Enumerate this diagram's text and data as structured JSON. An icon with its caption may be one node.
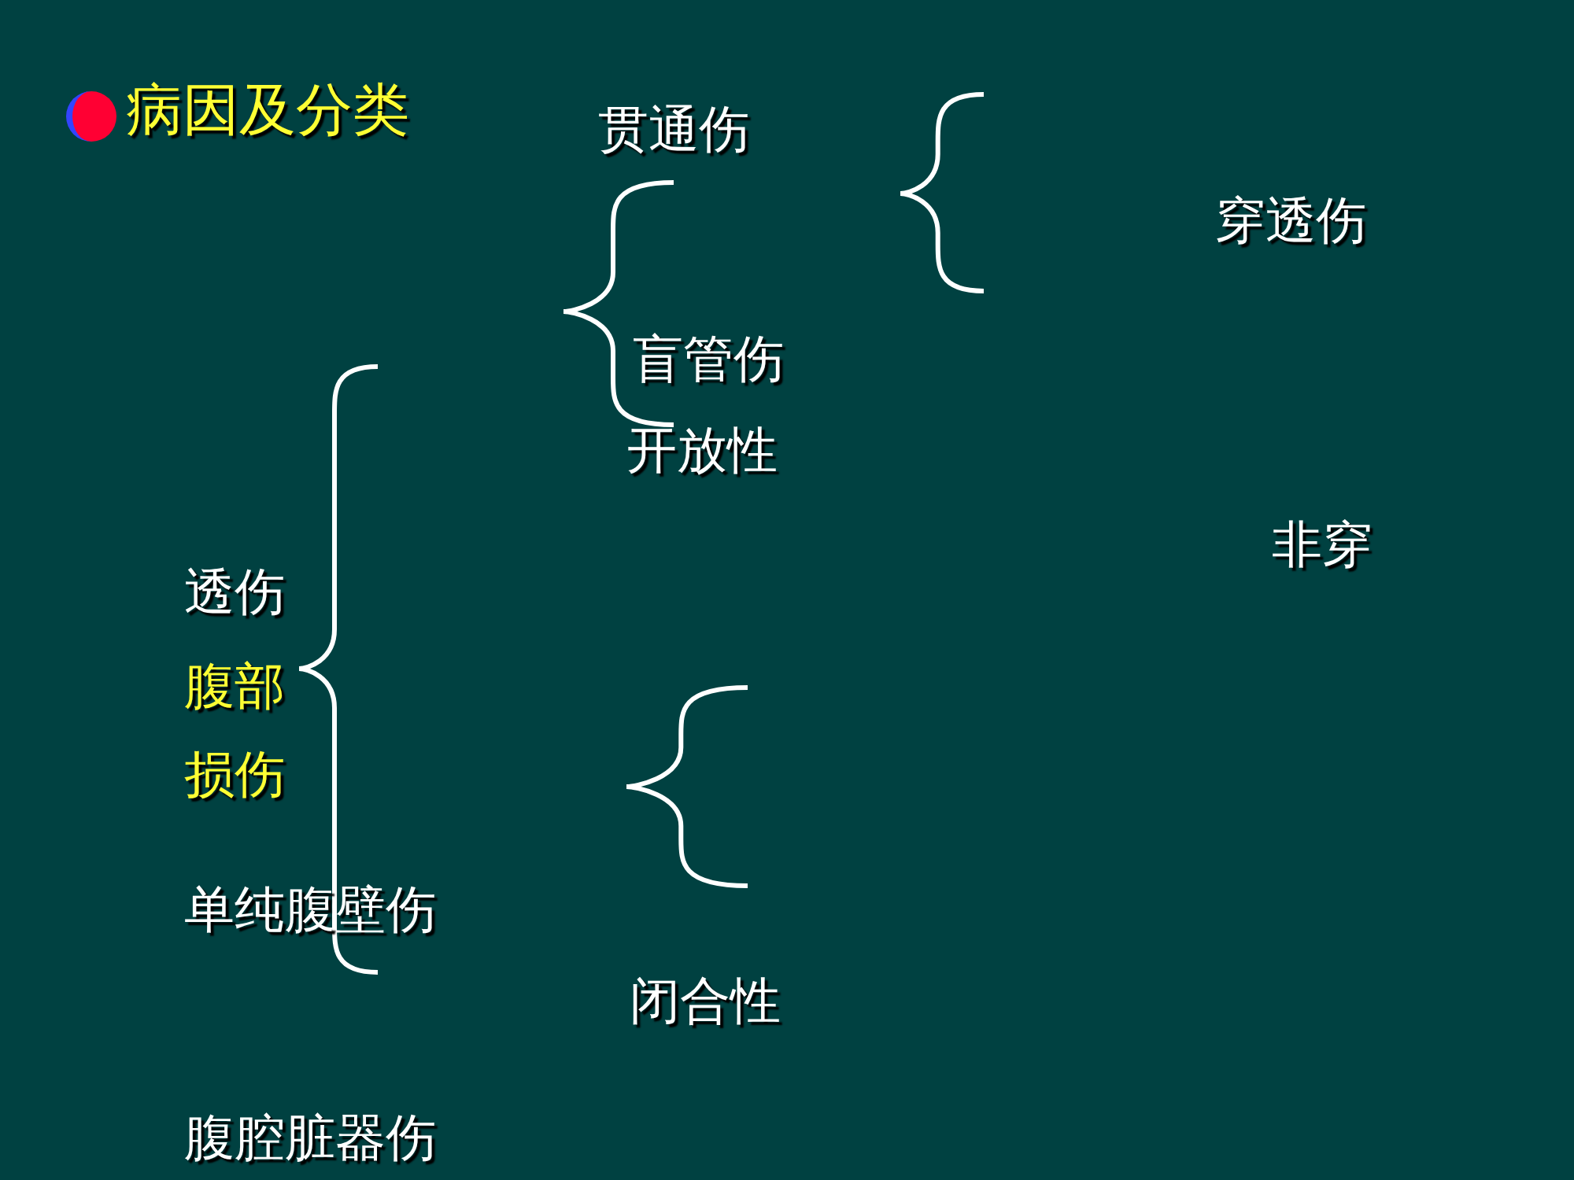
{
  "diagram": {
    "title": "病因及分类",
    "labels": [
      "贯通伤",
      "穿透伤",
      "盲管伤",
      "开放性",
      "非穿",
      "透伤",
      "腹部",
      "损伤",
      "单纯腹壁伤",
      "闭合性",
      "腹腔脏器伤"
    ]
  }
}
